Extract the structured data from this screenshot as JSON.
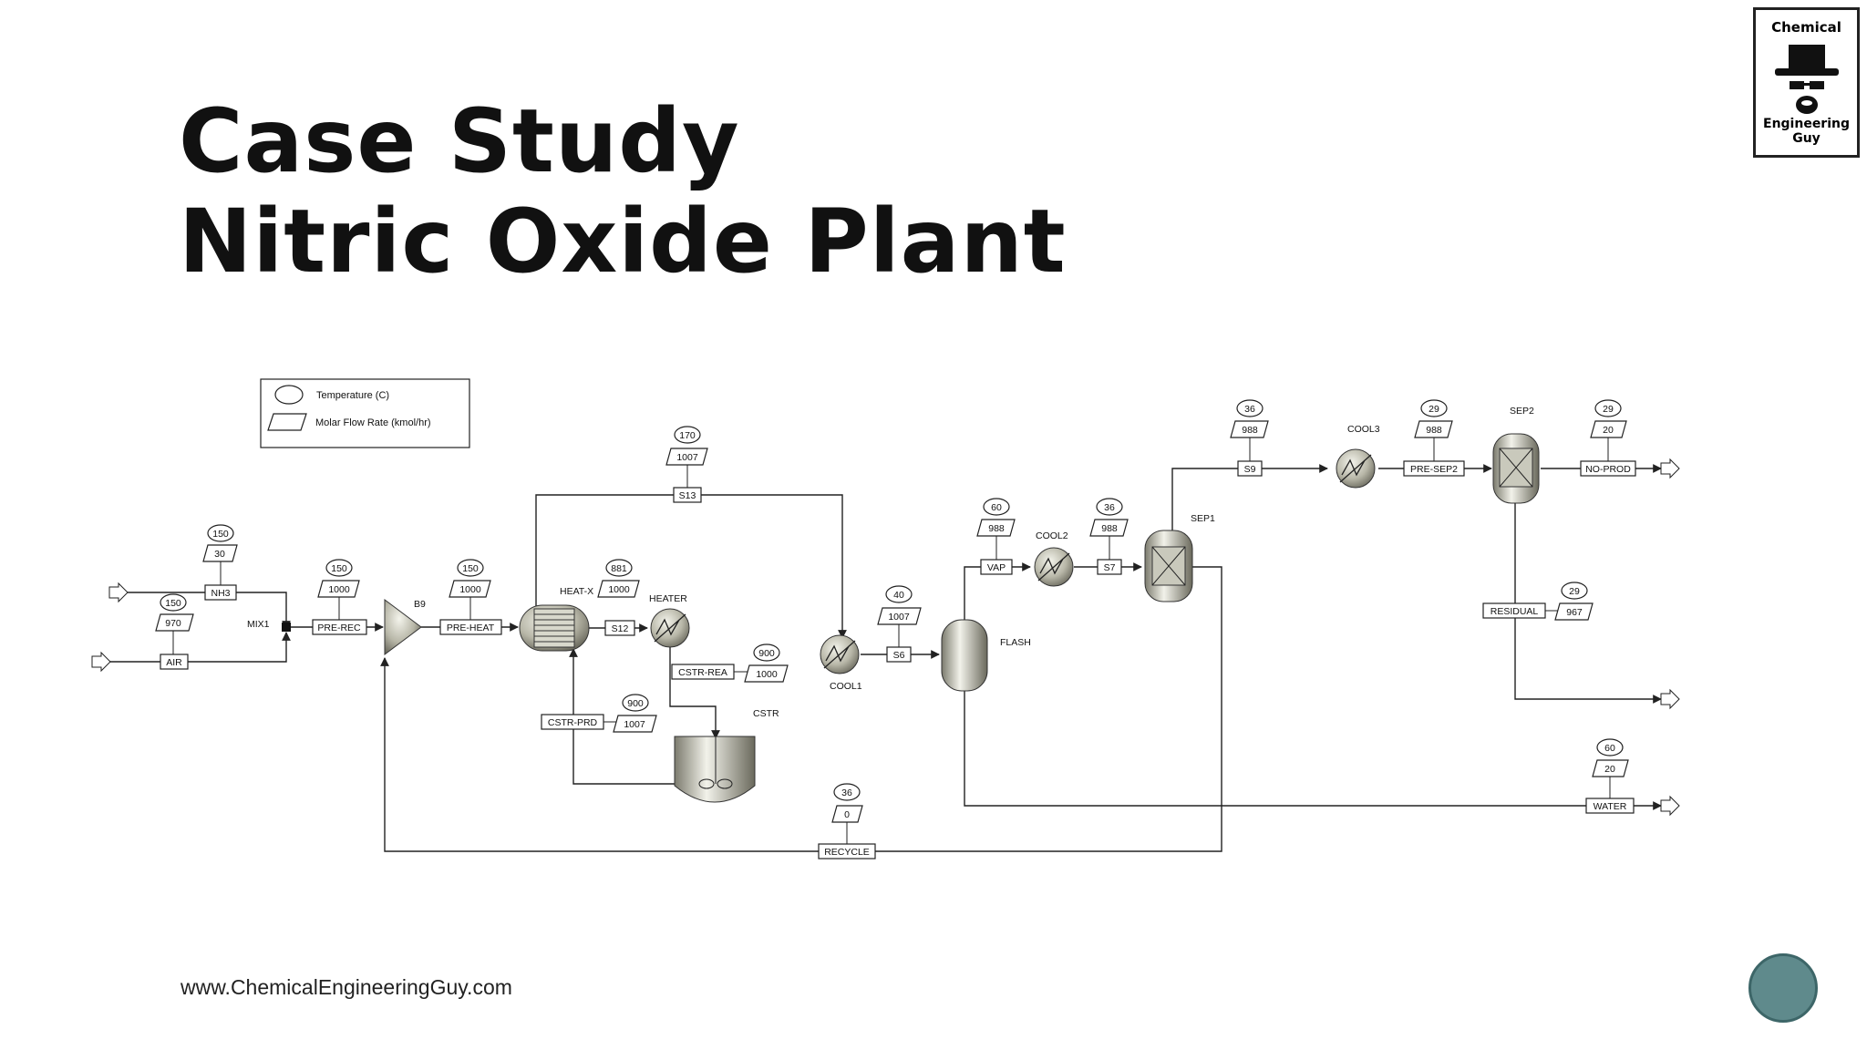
{
  "title": {
    "line1": "Case Study",
    "line2": "Nitric Oxide Plant"
  },
  "footer": "www.ChemicalEngineeringGuy.com",
  "logo": {
    "top": "Chemical",
    "bottom": "Engineering Guy"
  },
  "legend": {
    "temperature": "Temperature (C)",
    "flow": "Molar Flow Rate (kmol/hr)"
  },
  "blocks": {
    "mix1": "MIX1",
    "b9": "B9",
    "heatx": "HEAT-X",
    "heater": "HEATER",
    "cstr": "CSTR",
    "cool1": "COOL1",
    "flash": "FLASH",
    "cool2": "COOL2",
    "sep1": "SEP1",
    "cool3": "COOL3",
    "sep2": "SEP2"
  },
  "streams": {
    "nh3": {
      "name": "NH3",
      "temp": "150",
      "flow": "30"
    },
    "air": {
      "name": "AIR",
      "temp": "150",
      "flow": "970"
    },
    "prerec": {
      "name": "PRE-REC",
      "temp": "150",
      "flow": "1000"
    },
    "preheat": {
      "name": "PRE-HEAT",
      "temp": "150",
      "flow": "1000"
    },
    "s13": {
      "name": "S13",
      "temp": "170",
      "flow": "1007"
    },
    "s12": {
      "name": "S12",
      "temp": "881",
      "flow": "1000"
    },
    "cstrrea": {
      "name": "CSTR-REA",
      "temp": "900",
      "flow": "1000"
    },
    "cstrprd": {
      "name": "CSTR-PRD",
      "temp": "900",
      "flow": "1007"
    },
    "s6": {
      "name": "S6",
      "temp": "40",
      "flow": "1007"
    },
    "vap": {
      "name": "VAP",
      "temp": "60",
      "flow": "988"
    },
    "s7": {
      "name": "S7",
      "temp": "36",
      "flow": "988"
    },
    "s9": {
      "name": "S9",
      "temp": "36",
      "flow": "988"
    },
    "presep2": {
      "name": "PRE-SEP2",
      "temp": "29",
      "flow": "988"
    },
    "noprod": {
      "name": "NO-PROD",
      "temp": "29",
      "flow": "20"
    },
    "residual": {
      "name": "RESIDUAL",
      "temp": "29",
      "flow": "967"
    },
    "water": {
      "name": "WATER",
      "temp": "60",
      "flow": "20"
    },
    "recycle": {
      "name": "RECYCLE",
      "temp": "36",
      "flow": "0"
    }
  }
}
